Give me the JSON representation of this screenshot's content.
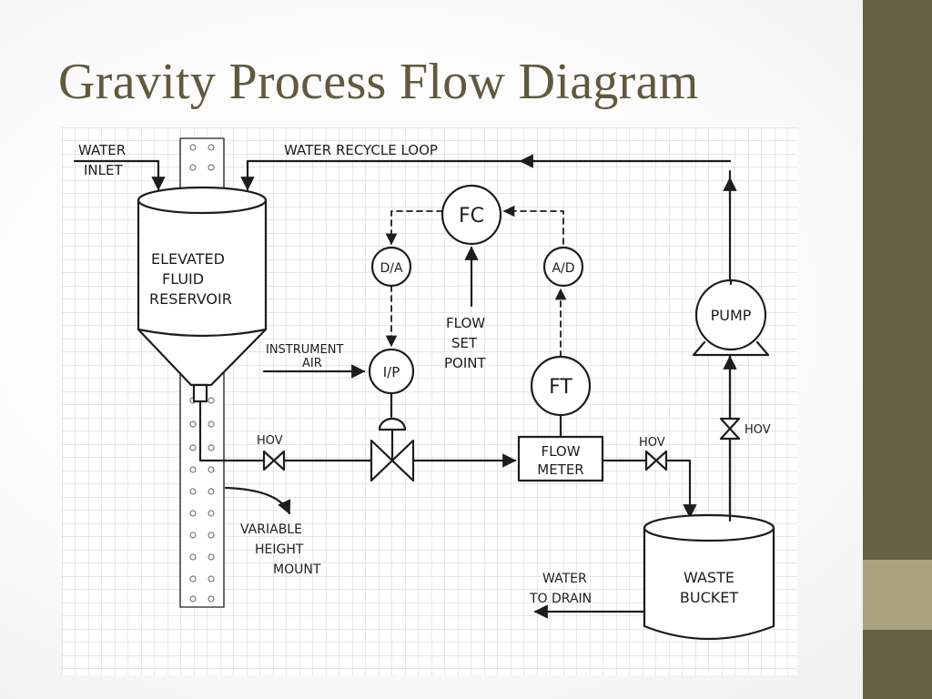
{
  "slide": {
    "title": "Gravity Process Flow Diagram"
  },
  "theme": {
    "title_color": "#5f5a3d",
    "band_dark": "#666046",
    "band_light": "#a8a27e",
    "ink": "#1d1d1d",
    "grid": "#c9cdd2"
  },
  "labels": {
    "water_inlet_1": "WATER",
    "water_inlet_2": "INLET",
    "water_recycle_loop": "WATER RECYCLE LOOP",
    "reservoir_1": "ELEVATED",
    "reservoir_2": "FLUID",
    "reservoir_3": "RESERVOIR",
    "instrument_air_1": "INSTRUMENT",
    "instrument_air_2": "AIR",
    "hov_left": "HOV",
    "hov_mid": "HOV",
    "hov_right": "HOV",
    "variable_1": "VARIABLE",
    "variable_2": "HEIGHT",
    "variable_3": "MOUNT",
    "fc": "FC",
    "da": "D/A",
    "ad": "A/D",
    "ip": "I/P",
    "ft": "FT",
    "flow_set_1": "FLOW",
    "flow_set_2": "SET",
    "flow_set_3": "POINT",
    "flow_meter_1": "FLOW",
    "flow_meter_2": "METER",
    "pump": "PUMP",
    "waste_1": "WASTE",
    "waste_2": "BUCKET",
    "drain_1": "WATER",
    "drain_2": "TO DRAIN"
  }
}
